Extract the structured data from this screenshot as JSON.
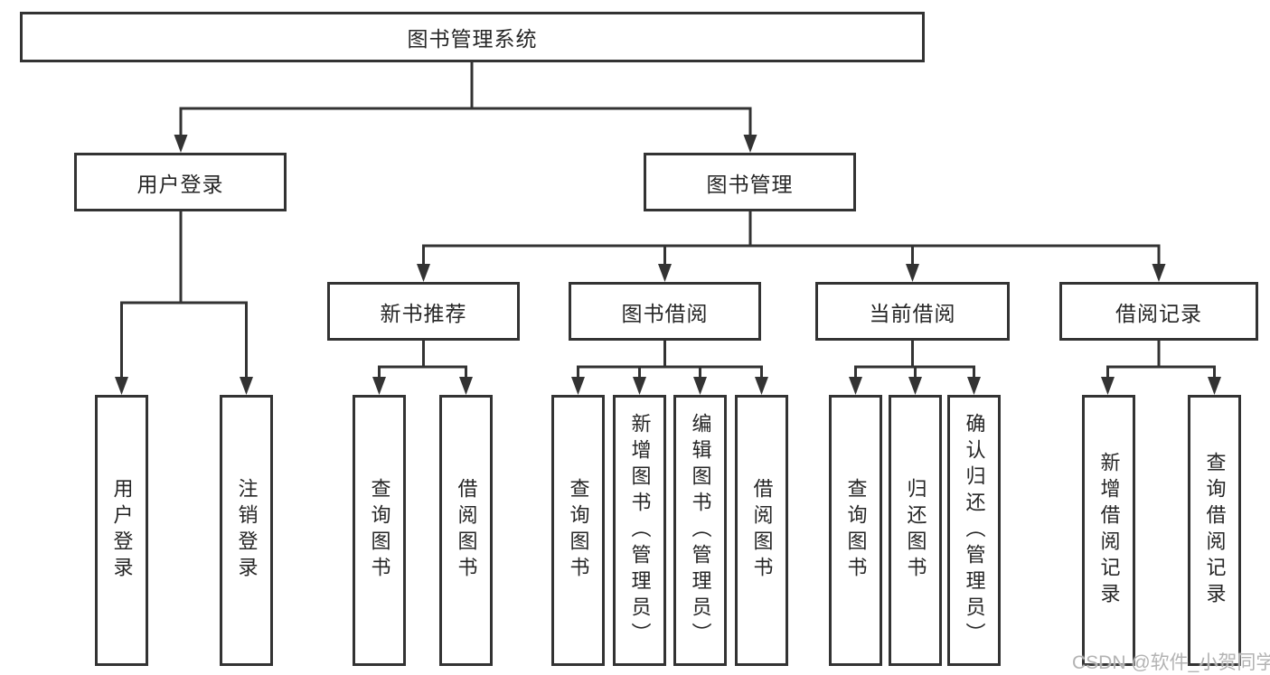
{
  "colors": {
    "line": "#333333",
    "text": "#262626",
    "background": "#ffffff",
    "watermark": "#b3b3b3"
  },
  "tree": {
    "root": {
      "label": "图书管理系统",
      "children": [
        {
          "label": "用户登录",
          "children": [
            {
              "label": "用户登录"
            },
            {
              "label": "注销登录"
            }
          ]
        },
        {
          "label": "图书管理",
          "children": [
            {
              "label": "新书推荐",
              "children": [
                {
                  "label": "查询图书"
                },
                {
                  "label": "借阅图书"
                }
              ]
            },
            {
              "label": "图书借阅",
              "children": [
                {
                  "label": "查询图书"
                },
                {
                  "label": "新增图书（管理员）"
                },
                {
                  "label": "编辑图书（管理员）"
                },
                {
                  "label": "借阅图书"
                }
              ]
            },
            {
              "label": "当前借阅",
              "children": [
                {
                  "label": "查询图书"
                },
                {
                  "label": "归还图书"
                },
                {
                  "label": "确认归还（管理员）"
                }
              ]
            },
            {
              "label": "借阅记录",
              "children": [
                {
                  "label": "新增借阅记录"
                },
                {
                  "label": "查询借阅记录"
                }
              ]
            }
          ]
        }
      ]
    }
  },
  "watermark": {
    "text": "CSDN @软件_小贺同学"
  }
}
